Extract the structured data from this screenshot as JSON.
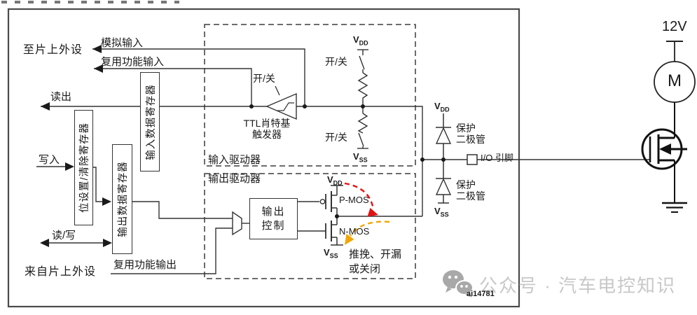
{
  "peripherals": {
    "to_onchip": "至片上外设",
    "from_onchip": "来自片上外设",
    "analog_in": "模拟输入",
    "alt_in": "复用功能输入",
    "read": "读出",
    "write": "写入",
    "read_write": "读/写",
    "alt_out": "复用功能输出"
  },
  "registers": {
    "input_data": "输入数据寄存器",
    "bit_set_clear": "位设置/清除寄存器",
    "output_data": "输出数据寄存器"
  },
  "input_driver": {
    "title": "输入驱动器",
    "schmitt_line1": "TTL肖特基",
    "schmitt_line2": "触发器",
    "on_off": "开/关"
  },
  "output_driver": {
    "title": "输出驱动器",
    "control_line1": "输出",
    "control_line2": "控制",
    "pmos": "P-MOS",
    "nmos": "N-MOS",
    "mode_line1": "推挽、开漏",
    "mode_line2": "或关闭"
  },
  "power": {
    "v": "V",
    "dd": "DD",
    "ss": "SS"
  },
  "pin": {
    "protect_line1": "保护",
    "protect_line2": "二极管",
    "io_label": "I/O 引脚"
  },
  "external": {
    "supply": "12V",
    "motor": "M"
  },
  "watermark": {
    "text": "公众号 · 汽车电控知识",
    "id": "ai14781"
  },
  "colors": {
    "line": "#333333",
    "red_arrow": "#e31212",
    "yellow_arrow": "#f3a602",
    "watermark_text": "#c8c8c8",
    "watermark_icon": "#a8a8a8"
  }
}
